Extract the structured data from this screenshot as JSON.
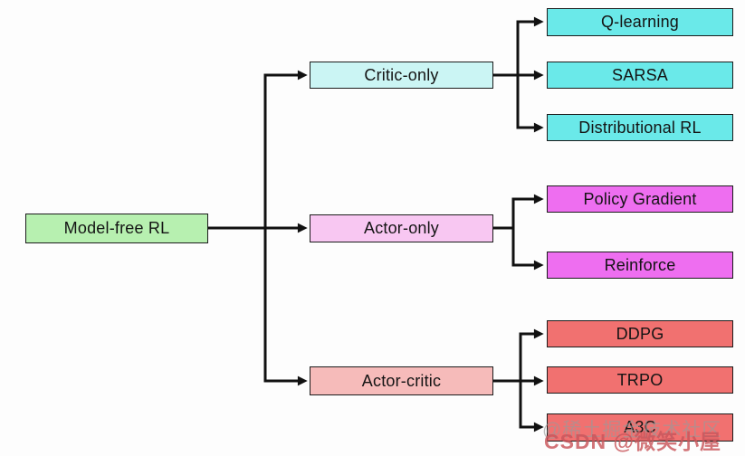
{
  "diagram": {
    "root": {
      "label": "Model-free RL",
      "fill": "#b7f0b0"
    },
    "branches": [
      {
        "label": "Critic-only",
        "fill": "#cbf5f4",
        "children": [
          {
            "label": "Q-learning",
            "fill": "#6ae9e9"
          },
          {
            "label": "SARSA",
            "fill": "#6ae9e9"
          },
          {
            "label": "Distributional RL",
            "fill": "#6ae9e9"
          }
        ]
      },
      {
        "label": "Actor-only",
        "fill": "#f8c7f2",
        "children": [
          {
            "label": "Policy Gradient",
            "fill": "#ee6ef0"
          },
          {
            "label": "Reinforce",
            "fill": "#ee6ef0"
          }
        ]
      },
      {
        "label": "Actor-critic",
        "fill": "#f6bbba",
        "children": [
          {
            "label": "DDPG",
            "fill": "#f17170"
          },
          {
            "label": "TRPO",
            "fill": "#f17170"
          },
          {
            "label": "A3C",
            "fill": "#f17170"
          }
        ]
      }
    ],
    "line_color": "#111111",
    "text_color": "#141414",
    "watermark": {
      "grey_text": "@稀土掘金技术社区",
      "grey_color": "#9a9a9a",
      "red_text": "CSDN @微笑小屋",
      "red_color": "#c9565c"
    }
  }
}
